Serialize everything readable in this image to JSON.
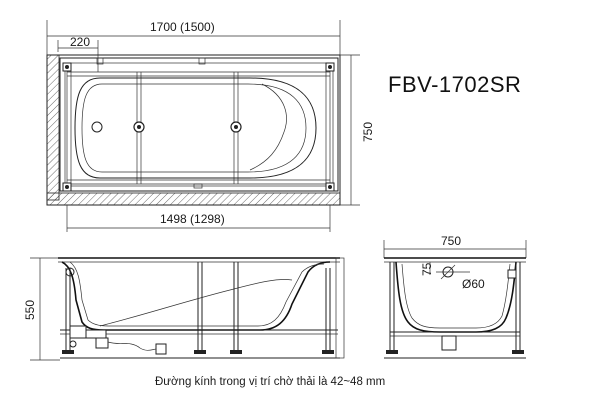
{
  "model": "FBV-1702SR",
  "top_view": {
    "length_label": "1700 (1500)",
    "offset_label": "220",
    "width_label": "750",
    "inner_length_label": "1498 (1298)"
  },
  "side_view": {
    "height_label": "550"
  },
  "end_view": {
    "width_label": "750",
    "drain_offset_label": "75",
    "drain_diameter_label": "Ø60"
  },
  "caption": "Đường kính trong vị trí chờ thải là 42~48 mm"
}
